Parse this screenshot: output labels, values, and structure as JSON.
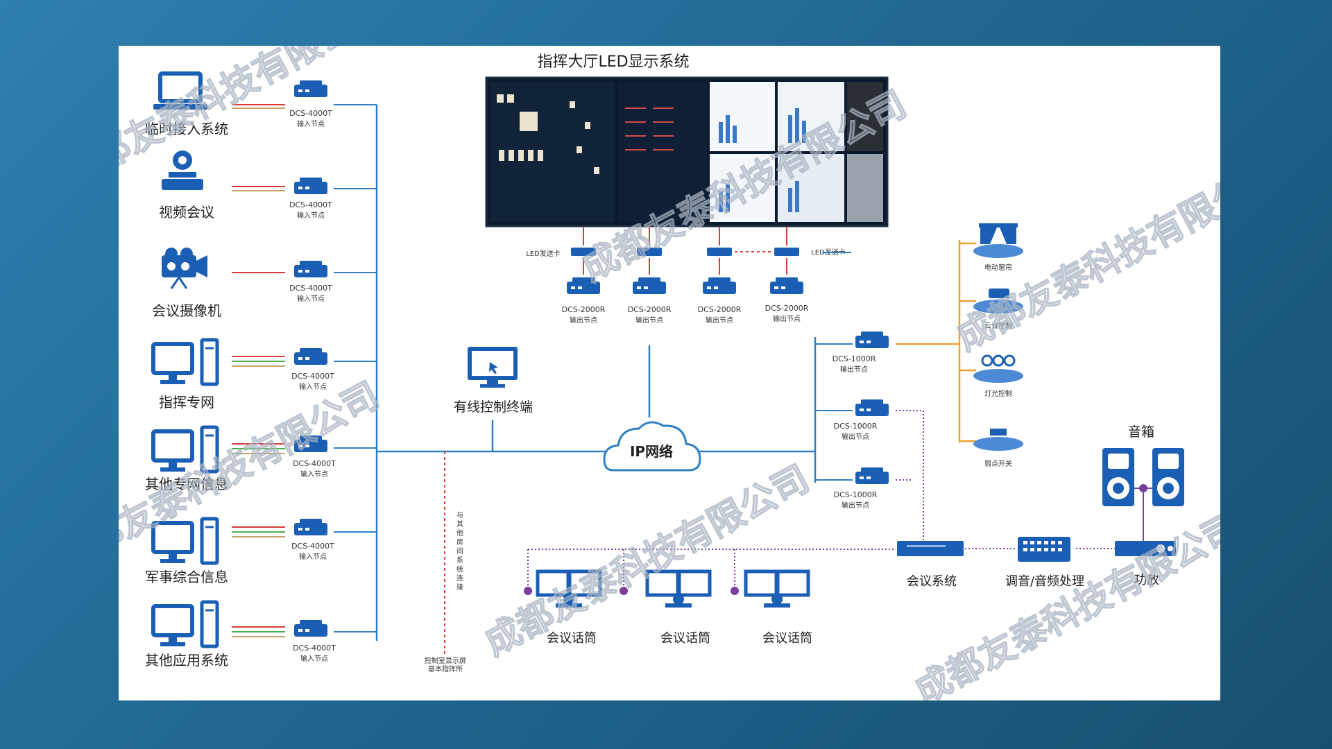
{
  "title": "指挥大厅LED显示系统",
  "sources": [
    {
      "label": "临时接入系统",
      "icon": "laptop-icon"
    },
    {
      "label": "视频会议",
      "icon": "conference-camera-icon"
    },
    {
      "label": "会议摄像机",
      "icon": "video-camera-icon"
    },
    {
      "label": "指挥专网",
      "icon": "desktop-pc-icon"
    },
    {
      "label": "其他专网信息",
      "icon": "desktop-pc-icon"
    },
    {
      "label": "军事综合信息",
      "icon": "desktop-pc-icon"
    },
    {
      "label": "其他应用系统",
      "icon": "desktop-pc-icon"
    }
  ],
  "input_nodes": [
    {
      "model": "DCS-4000T",
      "role": "输入节点"
    },
    {
      "model": "DCS-4000T",
      "role": "输入节点"
    },
    {
      "model": "DCS-4000T",
      "role": "输入节点"
    },
    {
      "model": "DCS-4000T",
      "role": "输入节点"
    },
    {
      "model": "DCS-4000T",
      "role": "输入节点"
    },
    {
      "model": "DCS-4000T",
      "role": "输入节点"
    },
    {
      "model": "DCS-4000T",
      "role": "输入节点"
    }
  ],
  "led_sender_label": "LED发送卡",
  "led_outputs": [
    {
      "model": "DCS-2000R",
      "role": "输出节点"
    },
    {
      "model": "DCS-2000R",
      "role": "输出节点"
    },
    {
      "model": "DCS-2000R",
      "role": "输出节点"
    },
    {
      "model": "DCS-2000R",
      "role": "输出节点"
    }
  ],
  "terminal_label": "有线控制终端",
  "network_label": "IP网络",
  "other_room_label": "与其他房间系统连接",
  "control_room_label": [
    "控制室显示屏",
    "基本指挥所"
  ],
  "right_outputs": [
    {
      "model": "DCS-1000R",
      "role": "输出节点"
    },
    {
      "model": "DCS-1000R",
      "role": "输出节点"
    },
    {
      "model": "DCS-1000R",
      "role": "输出节点"
    }
  ],
  "controls": [
    {
      "label": "电动窗帘",
      "icon": "curtain-icon"
    },
    {
      "label": "云台控制",
      "icon": "ptz-icon"
    },
    {
      "label": "灯光控制",
      "icon": "lighting-icon"
    },
    {
      "label": "弱点开关",
      "icon": "switch-icon"
    }
  ],
  "speaker_label": "音箱",
  "conference_system_label": "会议系统",
  "audio_processing_label": "调音/音频处理",
  "amplifier_label": "功放",
  "mic_labels": [
    "会议话筒",
    "会议话筒",
    "会议话筒"
  ],
  "watermark": "成都友泰科技有限公司",
  "colors": {
    "device_blue": "#1a5fb4",
    "bus_line": "#2f7fc1",
    "signal_red": "#d93a3a",
    "signal_green": "#4caf50",
    "signal_tan": "#c9a06b",
    "orange_line": "#f0a030",
    "purple_dot": "#7a3e9d"
  }
}
